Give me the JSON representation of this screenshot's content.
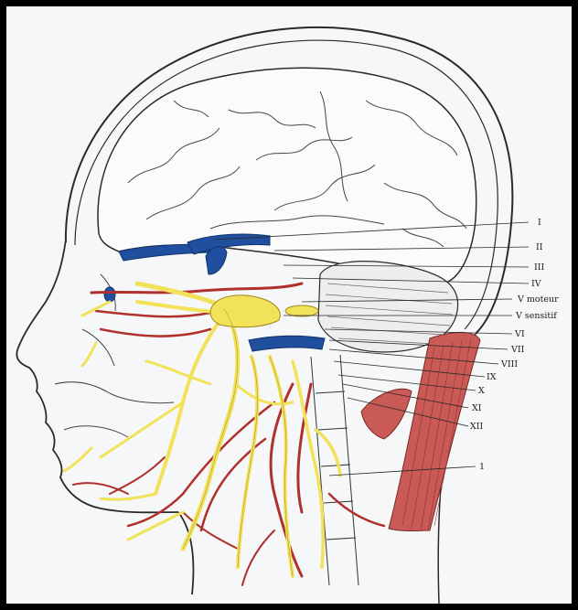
{
  "figure": {
    "colors": {
      "nerve": "#f2e25a",
      "nerve_stroke": "#9a8a22",
      "artery": "#b0302c",
      "vein": "#1f4f9e",
      "muscle": "#c95a55",
      "line": "#2a2a2a",
      "paper": "#f6f7f9"
    },
    "labels": [
      {
        "id": "I",
        "text": "I"
      },
      {
        "id": "II",
        "text": "II"
      },
      {
        "id": "III",
        "text": "III"
      },
      {
        "id": "IV",
        "text": "IV"
      },
      {
        "id": "V-moteur",
        "text": "V moteur"
      },
      {
        "id": "V-sensitif",
        "text": "V sensitif"
      },
      {
        "id": "VI",
        "text": "VI"
      },
      {
        "id": "VII",
        "text": "VII"
      },
      {
        "id": "VIII",
        "text": "VIII"
      },
      {
        "id": "IX",
        "text": "IX"
      },
      {
        "id": "X",
        "text": "X"
      },
      {
        "id": "XI",
        "text": "XI"
      },
      {
        "id": "XII",
        "text": "XII"
      },
      {
        "id": "1",
        "text": "1"
      }
    ]
  }
}
